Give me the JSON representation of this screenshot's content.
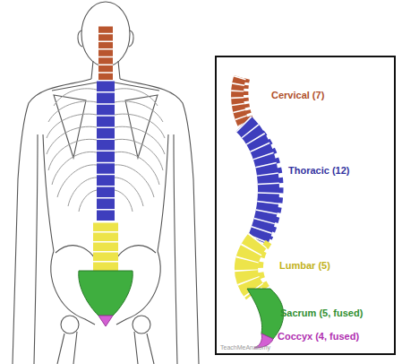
{
  "diagram": {
    "labels": [
      "Cervical (7)",
      "Thoracic (12)",
      "Lumbar (5)",
      "Sacrum (5, fused)",
      "Coccyx (4, fused)",
      "TeachMeAnatomy"
    ]
  }
}
